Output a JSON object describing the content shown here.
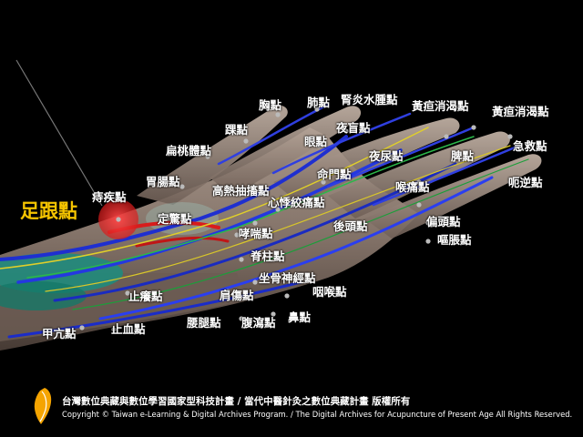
{
  "main_point": "足跟點",
  "points": [
    {
      "id": "chest",
      "label": "胸點"
    },
    {
      "id": "lung",
      "label": "肺點"
    },
    {
      "id": "nephritis",
      "label": "腎炎水腫點"
    },
    {
      "id": "jaundice1",
      "label": "黃疸消渴點"
    },
    {
      "id": "jaundice2",
      "label": "黃疸消渴點"
    },
    {
      "id": "ankle",
      "label": "踝點"
    },
    {
      "id": "night-blind",
      "label": "夜盲點"
    },
    {
      "id": "eye",
      "label": "眼點"
    },
    {
      "id": "tonsil",
      "label": "扁桃體點"
    },
    {
      "id": "rescue",
      "label": "急救點"
    },
    {
      "id": "spleen",
      "label": "脾點"
    },
    {
      "id": "nocturia",
      "label": "夜尿點"
    },
    {
      "id": "mingmen",
      "label": "命門點"
    },
    {
      "id": "stomach-intestine",
      "label": "胃腸點"
    },
    {
      "id": "hiccup",
      "label": "呃逆點"
    },
    {
      "id": "fever-convulsion",
      "label": "高熱抽搐點"
    },
    {
      "id": "throat-pain",
      "label": "喉痛點"
    },
    {
      "id": "hemorrhoid",
      "label": "痔疾點"
    },
    {
      "id": "palpitation",
      "label": "心悸絞痛點"
    },
    {
      "id": "calm-shock",
      "label": "定驚點"
    },
    {
      "id": "back-head",
      "label": "後頭點"
    },
    {
      "id": "migraine",
      "label": "偏頭點"
    },
    {
      "id": "asthma",
      "label": "哮喘點"
    },
    {
      "id": "vomit-bloating",
      "label": "嘔脹點"
    },
    {
      "id": "spine",
      "label": "脊柱點"
    },
    {
      "id": "sciatic",
      "label": "坐骨神經點"
    },
    {
      "id": "pharynx",
      "label": "咽喉點"
    },
    {
      "id": "stop-itch",
      "label": "止癢點"
    },
    {
      "id": "shoulder-pain",
      "label": "肩傷點"
    },
    {
      "id": "nose",
      "label": "鼻點"
    },
    {
      "id": "back-leg",
      "label": "腰腿點"
    },
    {
      "id": "diarrhea",
      "label": "腹瀉點"
    },
    {
      "id": "jiawan",
      "label": "甲亢點"
    },
    {
      "id": "stop-bleed",
      "label": "止血點"
    }
  ],
  "footer": {
    "line1": "台灣數位典藏與數位學習國家型科技計畫 / 當代中醫針灸之數位典藏計畫 版權所有",
    "line2": "Copyright © Taiwan e-Learning & Digital Archives Program. / The Digital Archives for Acupuncture of Present Age All Rights Reserved."
  },
  "colors": {
    "background": "#000000",
    "main_point_label": "#f5c400",
    "main_point_marker": "#e8262a",
    "point_label": "#ffffff"
  }
}
